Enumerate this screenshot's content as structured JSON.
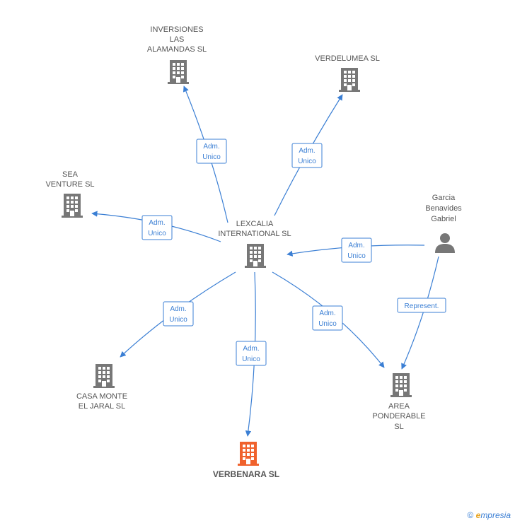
{
  "nodes": {
    "lexcalia": {
      "label": [
        "LEXCALIA",
        "INTERNATIONAL SL"
      ],
      "kind": "company",
      "color": "#777777"
    },
    "inversiones": {
      "label": [
        "INVERSIONES",
        "LAS",
        "ALAMANDAS SL"
      ],
      "kind": "company",
      "color": "#777777"
    },
    "verdelumea": {
      "label": [
        "VERDELUMEA SL"
      ],
      "kind": "company",
      "color": "#777777"
    },
    "sea": {
      "label": [
        "SEA",
        "VENTURE SL"
      ],
      "kind": "company",
      "color": "#777777"
    },
    "garcia": {
      "label": [
        "Garcia",
        "Benavides",
        "Gabriel"
      ],
      "kind": "person",
      "color": "#777777"
    },
    "casa": {
      "label": [
        "CASA MONTE",
        "EL JARAL SL"
      ],
      "kind": "company",
      "color": "#777777"
    },
    "verbenara": {
      "label": [
        "VERBENARA SL"
      ],
      "kind": "company",
      "color": "#f0622d"
    },
    "area": {
      "label": [
        "AREA",
        "PONDERABLE",
        "SL"
      ],
      "kind": "company",
      "color": "#777777"
    }
  },
  "edges": [
    {
      "from": "lexcalia",
      "to": "inversiones",
      "label": [
        "Adm.",
        "Unico"
      ]
    },
    {
      "from": "lexcalia",
      "to": "verdelumea",
      "label": [
        "Adm.",
        "Unico"
      ]
    },
    {
      "from": "lexcalia",
      "to": "sea",
      "label": [
        "Adm.",
        "Unico"
      ]
    },
    {
      "from": "garcia",
      "to": "lexcalia",
      "label": [
        "Adm.",
        "Unico"
      ]
    },
    {
      "from": "lexcalia",
      "to": "casa",
      "label": [
        "Adm.",
        "Unico"
      ]
    },
    {
      "from": "lexcalia",
      "to": "verbenara",
      "label": [
        "Adm.",
        "Unico"
      ]
    },
    {
      "from": "lexcalia",
      "to": "area",
      "label": [
        "Adm.",
        "Unico"
      ]
    },
    {
      "from": "garcia",
      "to": "area",
      "label": [
        "Represent."
      ]
    }
  ],
  "footer": {
    "copyright": "©",
    "brand_e": "e",
    "brand_rest": "mpresia"
  },
  "colors": {
    "edge": "#3b7fd4",
    "highlight": "#f0622d",
    "default": "#777777"
  }
}
